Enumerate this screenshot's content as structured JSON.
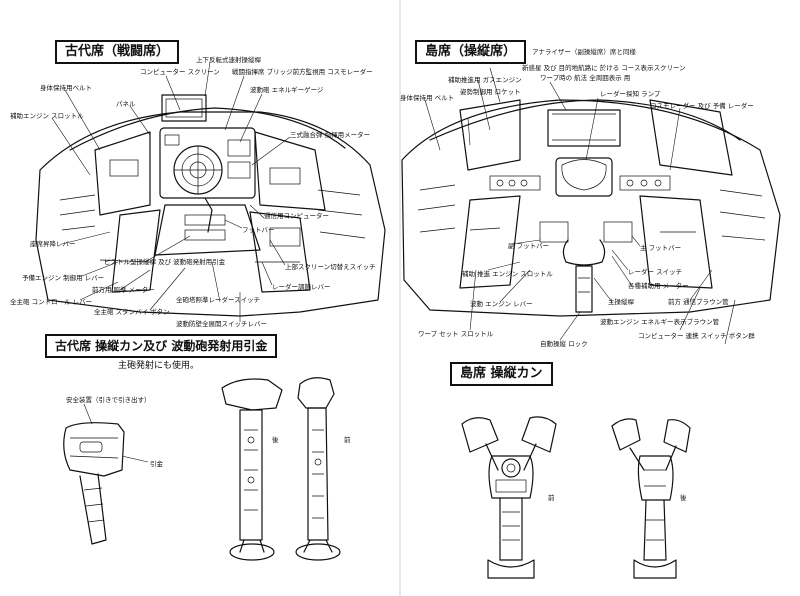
{
  "left_page": {
    "title": "古代席（戦闘席）",
    "labels": [
      "上下反転式速射操縦桿",
      "コンピューター スクリーン",
      "戦闘指揮席 ブリッジ前方監視用 コスモレーダー",
      "身体保持用ベルト",
      "補助エンジン スロットル",
      "パネル",
      "波動砲 エネルギーゲージ",
      "三式融合弾 指揮用メーター",
      "フットバー",
      "通信用コンピューター",
      "上部スクリーン切替えスイッチ",
      "レーダー調節レバー",
      "座席昇降レバー",
      "ピストル型操縦桿 及び 波動砲発射用引金",
      "予備エンジン 制御用 レバー",
      "全主砲 コントロール レバー",
      "前方用 照準 メーター",
      "全主砲 スタンバイ ボタン",
      "全砲塔照準レーダースイッチ",
      "波動防壁全展開スイッチレバー"
    ],
    "grip_title": "古代席 操縦カン及び 波動砲発射用引金",
    "grip_note": "主砲発射にも使用。",
    "grip_labels": [
      "安全装置（引きで引き出す）",
      "引金",
      "後",
      "前"
    ]
  },
  "right_page": {
    "title": "島席（操縦席）",
    "labels": [
      "アナライザー（副操縦席）席と同様",
      "新惑星 及び 目的地航路に 於ける コース表示スクリーン",
      "ワープ時の 航法 全周囲表示 用",
      "姿勢制御用 ロケット",
      "身体保持用 ベルト",
      "補助推進用 ガスエンジン",
      "レーダー探知 ランプ",
      "コスモレーダー 及び 予備 レーダー",
      "主 フットバー",
      "副 フットバー",
      "レーダー スイッチ",
      "各種補助用 メーター",
      "主操縦桿",
      "補助 推進 エンジン スロットル",
      "波動 エンジン レバー",
      "自動操縦 ロック",
      "ワープ セット スロットル",
      "波動エンジン エネルギー表示ブラウン管",
      "前方 通信ブラウン管",
      "コンピューター 連携 スイッチ ボタン群"
    ],
    "stick_title": "島席 操縦カン",
    "stick_labels": [
      "前",
      "後"
    ]
  }
}
